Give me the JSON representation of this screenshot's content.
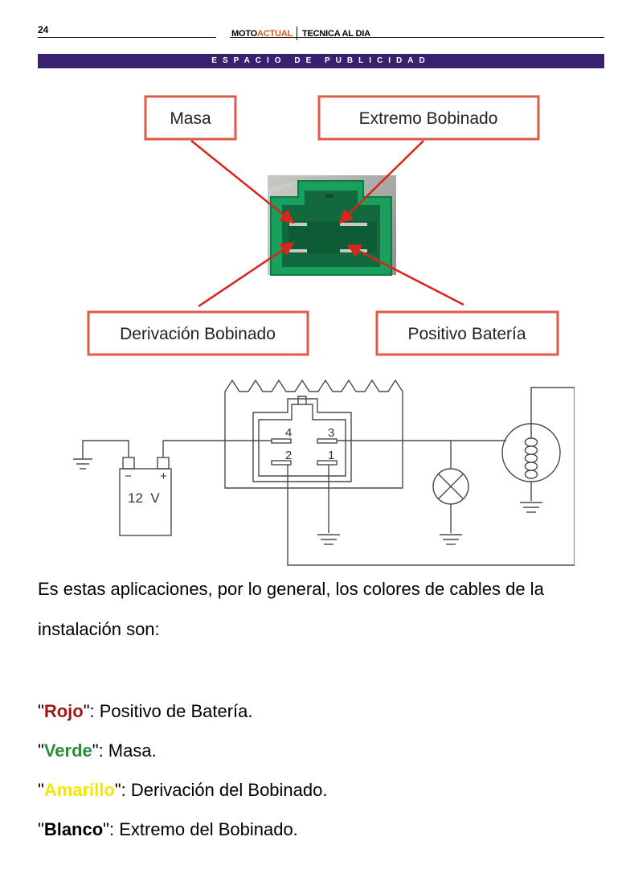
{
  "header": {
    "page_number": "24",
    "brand_moto": "MOTO",
    "brand_actual": "ACTUAL",
    "section": "TECNICA AL DIA",
    "banner": "ESPACIO DE PUBLICIDAD"
  },
  "figure": {
    "callouts": {
      "masa": "Masa",
      "extremo": "Extremo Bobinado",
      "derivacion": "Derivación Bobinado",
      "positivo": "Positivo Batería"
    },
    "schematic": {
      "pin_4": "4",
      "pin_3": "3",
      "pin_2": "2",
      "pin_1": "1",
      "battery_minus": "−",
      "battery_plus": "+",
      "battery_voltage": "12  V"
    }
  },
  "body": {
    "intro_line1": "Es estas aplicaciones, por lo general, los colores de cables de la",
    "intro_line2": "instalación son:",
    "colors": [
      {
        "name": "Rojo",
        "desc": ": Positivo de Batería.",
        "color": "#9e1a1a"
      },
      {
        "name": "Verde",
        "desc": ": Masa.",
        "color": "#2c8c3c"
      },
      {
        "name": "Amarillo",
        "desc": ": Derivación del Bobinado.",
        "color": "#f5e60a"
      },
      {
        "name": "Blanco",
        "desc": ": Extremo del Bobinado.",
        "color": "#000000"
      }
    ]
  }
}
